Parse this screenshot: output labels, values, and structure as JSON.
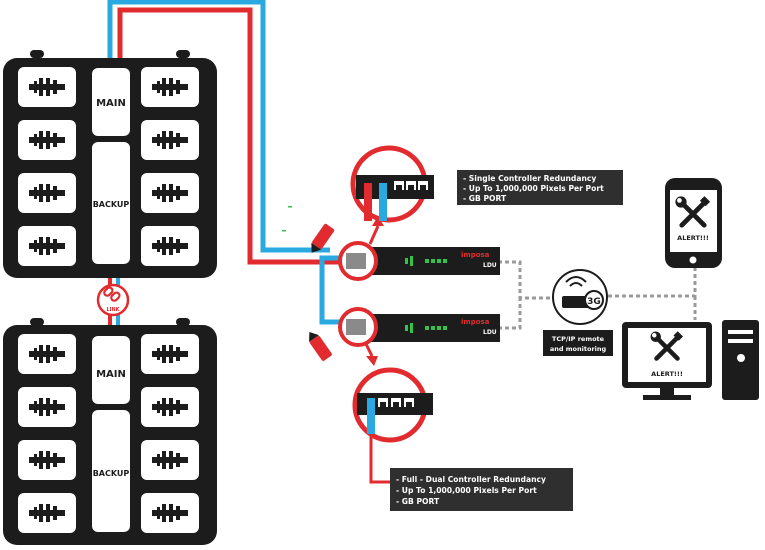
{
  "cabinet_top": {
    "main_label": "MAIN",
    "backup_label": "BACKUP"
  },
  "cabinet_bottom": {
    "main_label": "MAIN",
    "backup_label": "BACKUP"
  },
  "link_badge": {
    "label": "LINK"
  },
  "ldu_top": {
    "brand": "imposa",
    "model": "LDU"
  },
  "ldu_bottom": {
    "brand": "imposa",
    "model": "LDU"
  },
  "callout_top": {
    "lines": [
      "- Single Controller Redundancy",
      "- Up To 1,000,000 Pixels Per Port",
      "- GB PORT"
    ]
  },
  "callout_bottom": {
    "lines": [
      "- Full - Dual Controller Redundancy",
      "- Up To 1,000,000 Pixels Per Port",
      "- GB PORT"
    ]
  },
  "router": {
    "badge": "3G",
    "caption_line1": "TCP/IP remote",
    "caption_line2": "and monitoring"
  },
  "phone": {
    "alert": "ALERT!!!"
  },
  "computer": {
    "alert": "ALERT!!!"
  },
  "colors": {
    "red": "#e12b2f",
    "blue": "#2aa9e0",
    "dark": "#1c1c1c",
    "green": "#35c24a"
  }
}
